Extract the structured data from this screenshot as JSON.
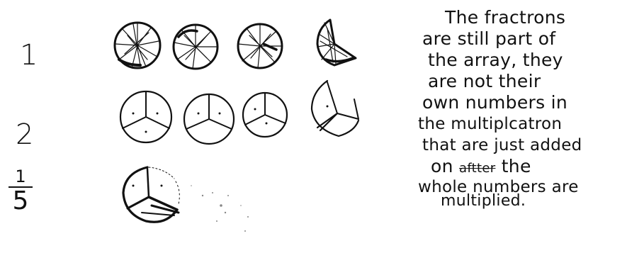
{
  "row_labels": {
    "row1": "1",
    "row2": "2",
    "row3_numerator": "1",
    "row3_denominator": "5"
  },
  "note": {
    "line1": "The fractrons",
    "line2": "are still part of",
    "line3": "the array, they",
    "line4": "are not their",
    "line5": "own numbers in",
    "line6": "the multiplcatron",
    "line7": "that are just added",
    "line8_start": "on",
    "line8_struck": "aftter",
    "line8_end": "the",
    "line9": "whole numbers are",
    "line10": "multiplied."
  }
}
